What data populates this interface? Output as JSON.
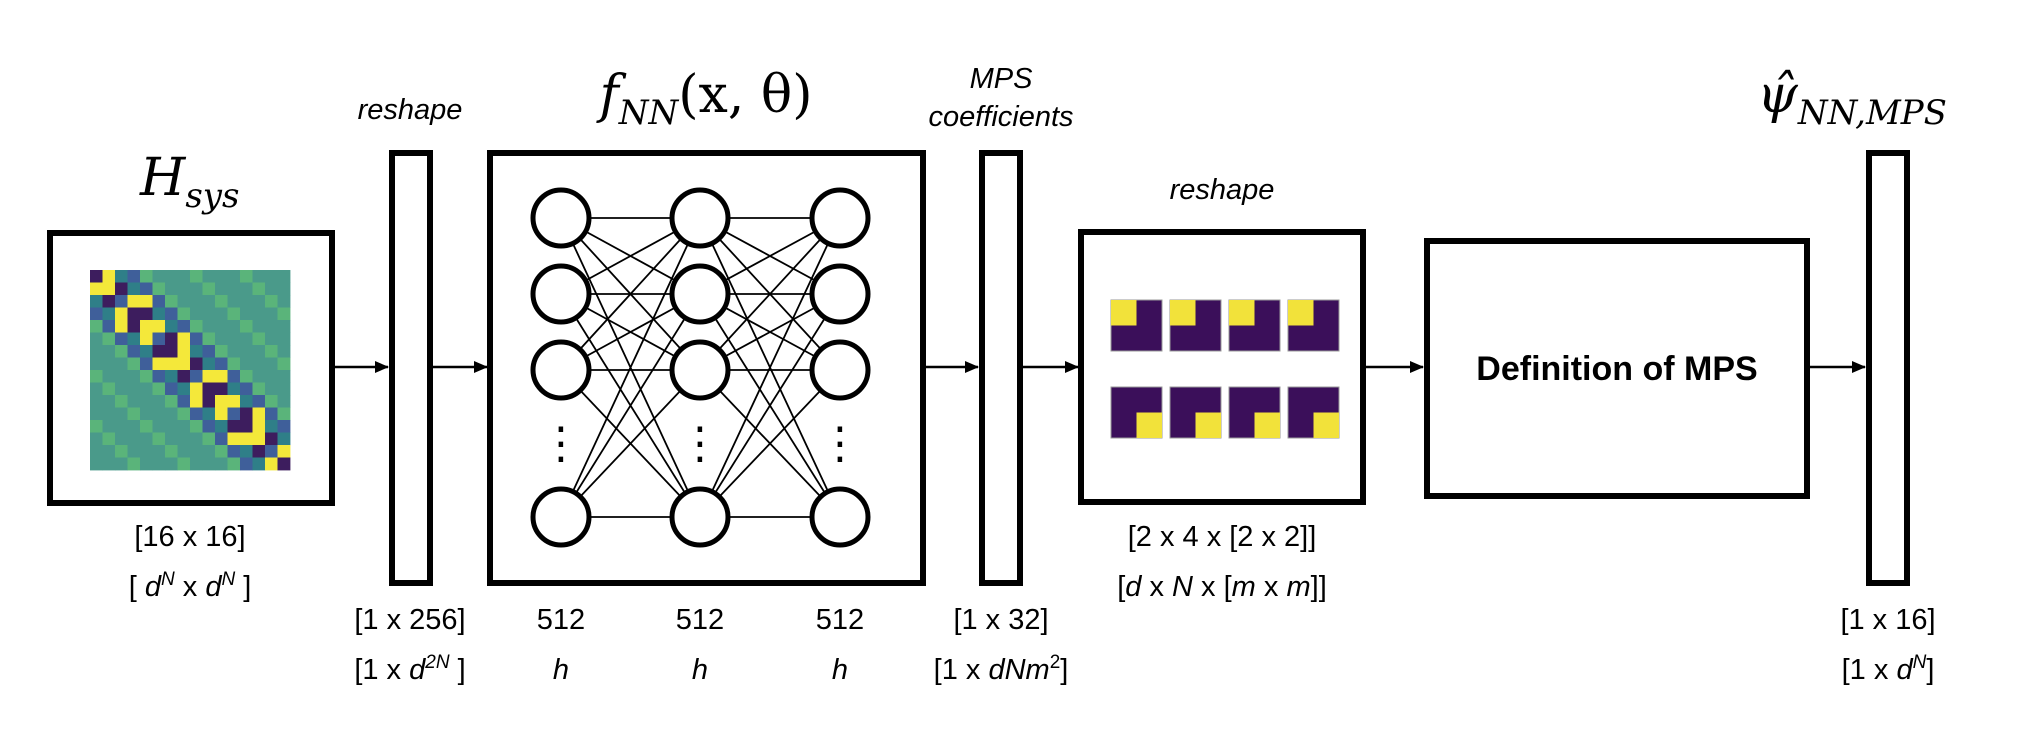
{
  "colors": {
    "stroke": "#000000",
    "heatmap_bg": "#4a9a8a",
    "heatmap_yellow": "#f4e83a",
    "heatmap_purple": "#3d1d5e",
    "heatmap_blue": "#3f5f9a",
    "heatmap_teal": "#2f7f88",
    "heatmap_green": "#5ab47a",
    "mps_purple": "#3b0f5a",
    "mps_yellow": "#f2e23a"
  },
  "input": {
    "title_main": "H",
    "title_sub": "sys",
    "dim_numeric": "[16 x 16]",
    "dim_symbolic": {
      "open": "[ ",
      "d1": "d",
      "sup1": "N",
      "mid": " x ",
      "d2": "d",
      "sup2": "N",
      "close": " ]"
    }
  },
  "reshape1": {
    "label": "reshape",
    "dim_numeric": "[1 x 256]",
    "dim_symbolic": {
      "open": "[1 x ",
      "d": "d",
      "sup": "2N",
      "close": " ]"
    }
  },
  "network": {
    "title": {
      "f": "f",
      "sub": "NN",
      "args": "(x, θ)"
    },
    "ellipsis": "⋮",
    "layers": [
      {
        "size": "512",
        "symbol": "h"
      },
      {
        "size": "512",
        "symbol": "h"
      },
      {
        "size": "512",
        "symbol": "h"
      }
    ]
  },
  "coefficients": {
    "label_line1": "MPS",
    "label_line2": "coefficients",
    "dim_numeric": "[1 x 32]",
    "dim_symbolic": {
      "open": "[1 x ",
      "expr": "dNm",
      "sup": "2",
      "close": "]"
    }
  },
  "reshape2": {
    "label": "reshape",
    "dim_numeric": "[2 x 4 x [2 x 2]]",
    "dim_symbolic": {
      "p1": "[",
      "d": "d",
      "p2": " x ",
      "N": "N",
      "p3": " x [",
      "m1": "m",
      "p4": " x ",
      "m2": "m",
      "p5": "]]"
    },
    "top_row_yellow_quadrant": "top-left",
    "bottom_row_yellow_quadrant": "bottom-right"
  },
  "mps_block": {
    "label": "Definition of MPS"
  },
  "output": {
    "title": {
      "psi": "ψ̂",
      "sub": "NN,MPS"
    },
    "dim_numeric": "[1 x 16]",
    "dim_symbolic": {
      "open": "[1 x ",
      "d": "d",
      "sup": "N",
      "close": "]"
    }
  }
}
